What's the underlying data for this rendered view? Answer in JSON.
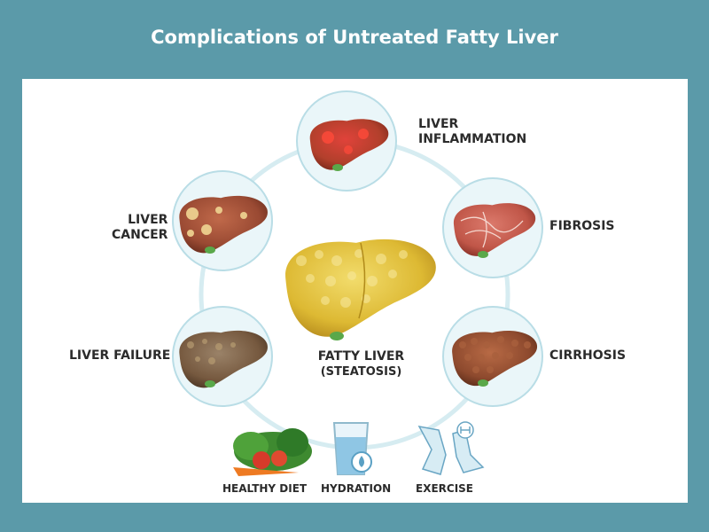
{
  "title": "Complications of Untreated Fatty Liver",
  "center": {
    "line1": "FATTY LIVER",
    "line2": "(STEATOSIS)"
  },
  "stages": {
    "inflammation": {
      "line1": "LIVER",
      "line2": "INFLAMMATION"
    },
    "fibrosis": {
      "line1": "FIBROSIS"
    },
    "cirrhosis": {
      "line1": "CIRRHOSIS"
    },
    "failure": {
      "line1": "LIVER FAILURE"
    },
    "cancer": {
      "line1": "LIVER",
      "line2": "CANCER"
    }
  },
  "prevention": {
    "diet": "HEALTHY DIET",
    "hydration": "HYDRATION",
    "exercise": "EXERCISE"
  },
  "colors": {
    "background": "#5b9aa9",
    "ring": "#d6ecf1",
    "fatty": "#e3c23e",
    "inflamed": "#b6412e",
    "fibrosis": "#c2564a",
    "cirrhosis": "#8e4a2e",
    "failure": "#7a5f48",
    "cancer": "#9a4a33"
  },
  "icons": [
    "liver-icon",
    "vegetables-icon",
    "water-glass-icon",
    "running-shoe-icon"
  ]
}
